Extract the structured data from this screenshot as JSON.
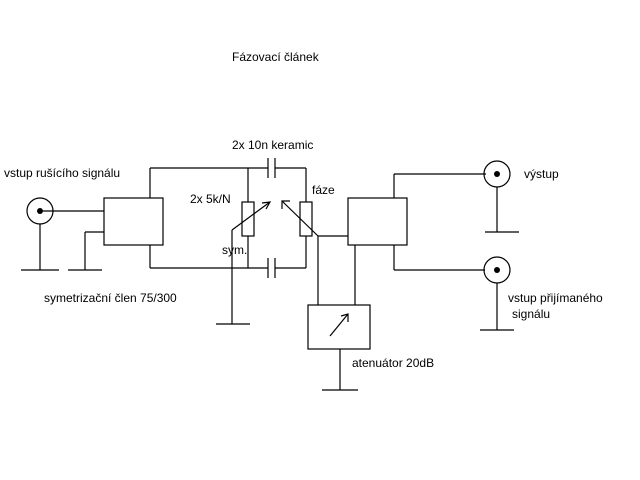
{
  "title": "Fázovací článek",
  "labels": {
    "input_noise": "vstup rušícího signálu",
    "balun": "symetrizační člen 75/300",
    "capacitors": "2x 10n keramic",
    "pots": "2x 5k/N",
    "sym": "sym.",
    "phase": "fáze",
    "output": "výstup",
    "input_received_line1": "vstup přijímaného",
    "input_received_line2": "signálu",
    "attenuator": "atenuátor 20dB"
  }
}
